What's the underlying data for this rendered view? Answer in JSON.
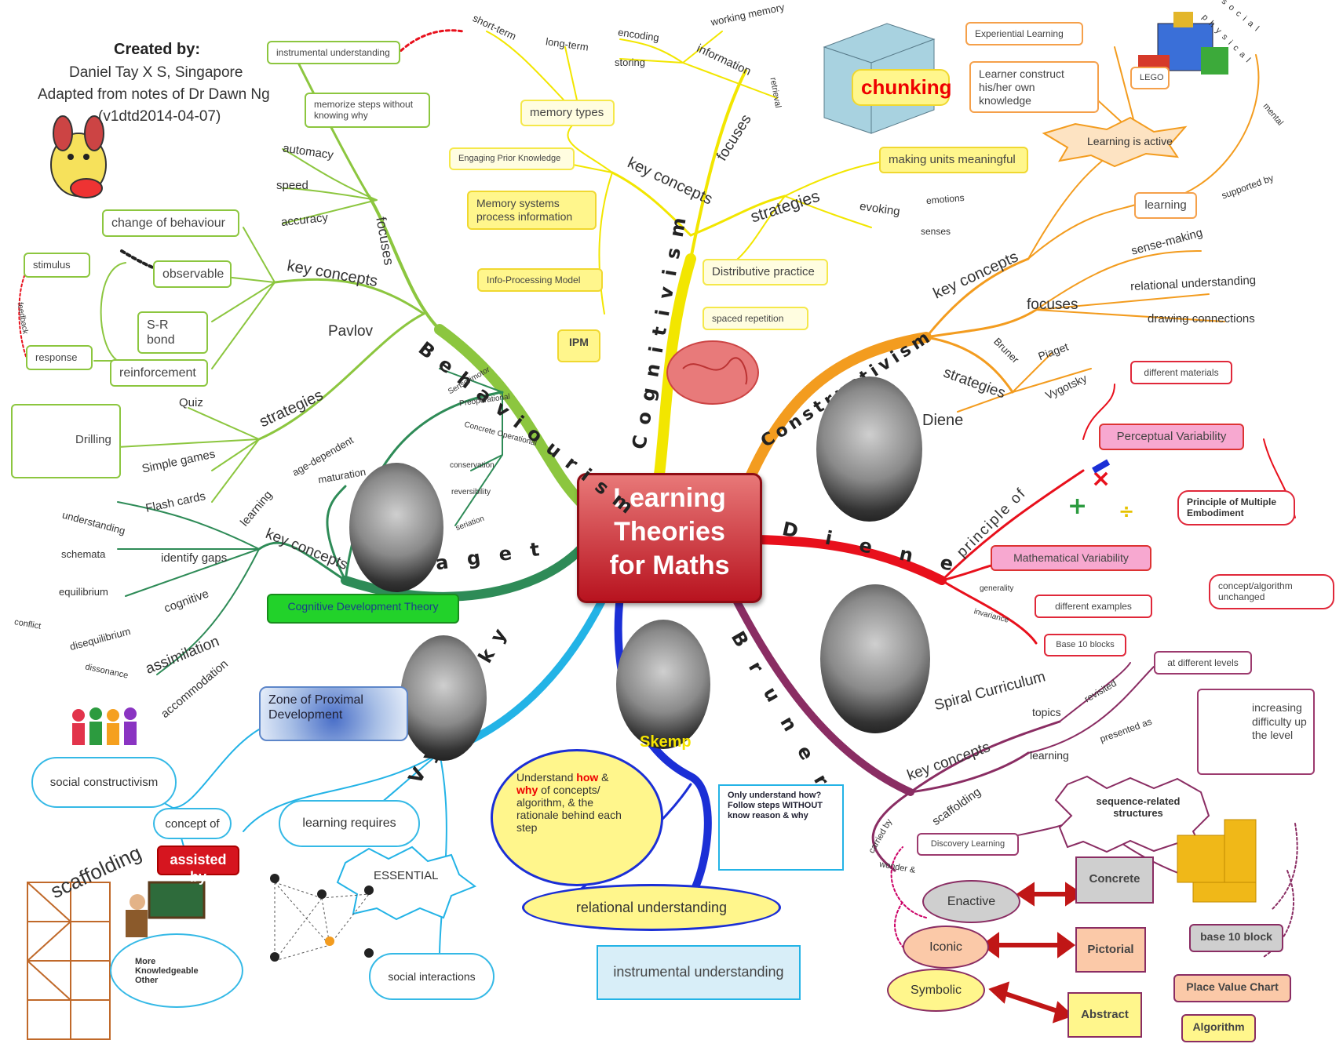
{
  "credits": {
    "line1": "Created by:",
    "line2": "Daniel Tay X S, Singapore",
    "line3": "Adapted from notes of Dr Dawn Ng",
    "line4": "(v1dtd2014-04-07)"
  },
  "center": {
    "line1": "Learning",
    "line2": "Theories",
    "line3": "for Maths"
  },
  "branches": {
    "behaviourism": "Behaviourism",
    "cognitivism": "Cognitivism",
    "constructivism": "Constructivism",
    "piaget": "Piaget",
    "diene": "Diene",
    "bruner": "Bruner",
    "vygotsky": "Vygotsky",
    "skemp": "Skemp"
  },
  "behaviourism": {
    "focuses": "focuses",
    "automacy": "automacy",
    "speed": "speed",
    "accuracy": "accuracy",
    "key_concepts": "key concepts",
    "change_behaviour": "change of behaviour",
    "observable": "observable",
    "sr_bond": "S-R bond",
    "reinforcement": "reinforcement",
    "stimulus": "stimulus",
    "response": "response",
    "feedback": "feedback",
    "pavlov": "Pavlov",
    "strategies": "strategies",
    "quiz": "Quiz",
    "drilling": "Drilling",
    "simple_games": "Simple games",
    "flash_cards": "Flash cards",
    "instrumental": "instrumental understanding",
    "memorize": "memorize steps without knowing why",
    "short_term": "short-term"
  },
  "cognitivism": {
    "memory_types": "memory types",
    "long_term": "long-term",
    "encoding": "encoding",
    "storing": "storing",
    "information": "information",
    "working_memory": "working memory",
    "retrieval": "retrieval",
    "focuses": "focuses",
    "key_concepts": "key concepts",
    "prior_knowledge": "Engaging Prior Knowledge",
    "memory_systems": "Memory systems process information",
    "ipm_model": "Info-Processing Model",
    "ipm": "IPM",
    "chunking": "chunking",
    "strategies": "strategies",
    "units_meaningful": "making units meaningful",
    "evoking": "evoking",
    "emotions": "emotions",
    "senses": "senses",
    "distributive": "Distributive practice",
    "spaced": "spaced repetition"
  },
  "constructivism": {
    "experiential": "Experiential Learning",
    "learner_construct": "Learner construct his/her own knowledge",
    "lego": "LEGO",
    "learning_active": "Learning is active",
    "social": "social",
    "physical": "physical",
    "mental": "mental",
    "learning": "learning",
    "supported_by": "supported by",
    "key_concepts": "key concepts",
    "focuses": "focuses",
    "sense_making": "sense-making",
    "relational": "relational understanding",
    "drawing": "drawing connections",
    "strategies": "strategies",
    "bruner": "Bruner",
    "piaget": "Piaget",
    "vygotsky": "Vygotsky",
    "diene": "Diene"
  },
  "diene": {
    "principle_of": "principle of",
    "different_materials": "different materials",
    "perceptual": "Perceptual Variability",
    "multiple_embodiment": "Principle of Multiple Embodiment",
    "concept_unchanged": "concept/algorithm unchanged",
    "mathematical": "Mathematical Variability",
    "generality": "generality",
    "invariance": "invariance",
    "different_examples": "different examples",
    "base10": "Base 10 blocks"
  },
  "piaget": {
    "sensorimotor": "Sensorimotor",
    "preoperational": "Preoperational",
    "concrete_op": "Concrete Operational",
    "conservation": "conservation",
    "reversibility": "reversibility",
    "seriation": "seriation",
    "age_dependent": "age-dependent",
    "maturation": "maturation",
    "learning": "learning",
    "key_concepts": "key concepts",
    "understanding": "understanding",
    "schemata": "schemata",
    "identify_gaps": "identify gaps",
    "equilibrium": "equilibrium",
    "cognitive": "cognitive",
    "conflict": "conflict",
    "disequilibrium": "disequilibrium",
    "assimilation": "assimilation",
    "dissonance": "dissonance",
    "accommodation": "accommodation",
    "theory": "Cognitive Development Theory"
  },
  "vygotsky": {
    "zpd": "Zone of Proximal Development",
    "social_constructivism": "social constructivism",
    "concept_of": "concept of",
    "scaffolding": "scaffolding",
    "assisted_by": "assisted by",
    "mko": "More Knowledgeable Other",
    "learning_requires": "learning requires",
    "essential": "ESSENTIAL",
    "social_interactions": "social interactions"
  },
  "skemp": {
    "understand_pre": "Understand ",
    "how": "how",
    "amp": " &",
    "why": "why",
    "understand_post": " of concepts/ algorithm, & the rationale behind each step",
    "relational": "relational understanding",
    "only_how": "Only understand how? Follow steps WITHOUT know reason & why",
    "instrumental": "instrumental understanding"
  },
  "bruner": {
    "spiral": "Spiral Curriculum",
    "at_levels": "at different levels",
    "revisited": "revisited",
    "topics": "topics",
    "presented_as": "presented as",
    "increasing": "increasing difficulty up the level",
    "key_concepts": "key concepts",
    "learning": "learning",
    "scaffolding": "scaffolding",
    "carried_by": "carried by",
    "discovery": "Discovery Learning",
    "wonder": "wonder &",
    "sequence": "sequence-related structures",
    "enactive": "Enactive",
    "iconic": "Iconic",
    "symbolic": "Symbolic",
    "concrete": "Concrete",
    "pictorial": "Pictorial",
    "abstract": "Abstract",
    "base10": "base 10 block",
    "place_value": "Place Value Chart",
    "algorithm": "Algorithm"
  },
  "colors": {
    "behaviourism": "#8cc63f",
    "cognitivism": "#f2e600",
    "constructivism": "#f39c1f",
    "diene": "#e8101c",
    "bruner": "#8a2d63",
    "skemp": "#1b2fd6",
    "vygotsky": "#23b3e6",
    "piaget": "#2e8b57"
  }
}
